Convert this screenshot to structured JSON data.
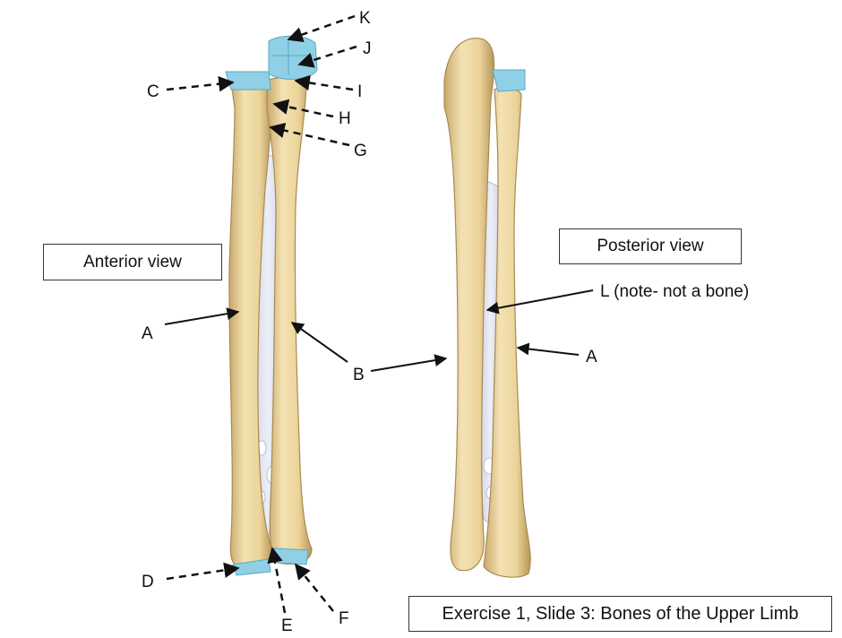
{
  "views": {
    "anterior": "Anterior view",
    "posterior": "Posterior view"
  },
  "caption": "Exercise 1, Slide 3: Bones of the Upper Limb",
  "labels": {
    "K": "K",
    "J": "J",
    "I": "I",
    "H": "H",
    "G": "G",
    "C": "C",
    "A_left": "A",
    "B": "B",
    "D": "D",
    "E": "E",
    "F": "F",
    "L": "L (note- not a bone)",
    "A_right": "A"
  },
  "colors": {
    "bone": "#efd9a3",
    "bone_shadow": "#c9a86a",
    "cartilage": "#8fd0e6",
    "membrane": "#dfe1ef"
  }
}
